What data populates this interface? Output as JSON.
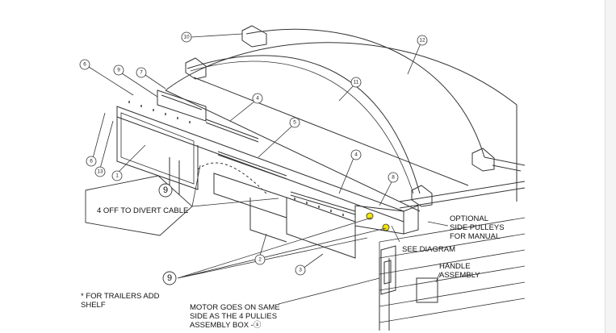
{
  "callouts": [
    {
      "id": "c10",
      "text": "10"
    },
    {
      "id": "c12",
      "text": "12"
    },
    {
      "id": "c6a",
      "text": "6"
    },
    {
      "id": "c9",
      "text": "9"
    },
    {
      "id": "c7",
      "text": "7"
    },
    {
      "id": "c11",
      "text": "11"
    },
    {
      "id": "c4a",
      "text": "4"
    },
    {
      "id": "c5",
      "text": "5"
    },
    {
      "id": "c6b",
      "text": "6"
    },
    {
      "id": "c13",
      "text": "13"
    },
    {
      "id": "c1",
      "text": "1"
    },
    {
      "id": "c4b",
      "text": "4"
    },
    {
      "id": "c8",
      "text": "8"
    },
    {
      "id": "c2",
      "text": "2"
    },
    {
      "id": "c3",
      "text": "3"
    }
  ],
  "divert_box": {
    "number": "9",
    "text": "4 OFF TO DIVERT CABLE"
  },
  "pulley_callout": {
    "number": "9"
  },
  "optional_pulleys": {
    "line1": "OPTIONAL",
    "line2": "SIDE PULLEYS",
    "line3": "FOR MANUAL"
  },
  "see_diagram": "SEE DIAGRAM",
  "handle_assembly": {
    "line1": "HANDLE",
    "line2": "ASSEMBLY"
  },
  "trailers_note": {
    "line1": "* FOR TRAILERS ADD",
    "line2": "SHELF"
  },
  "motor_note": {
    "line1": "MOTOR GOES ON SAME",
    "line2": "SIDE AS THE 4 PULLIES",
    "line3": "ASSEMBLY BOX -ⓢ"
  },
  "colors": {
    "line": "#333333",
    "highlight": "#f2e600",
    "background": "#ffffff"
  }
}
